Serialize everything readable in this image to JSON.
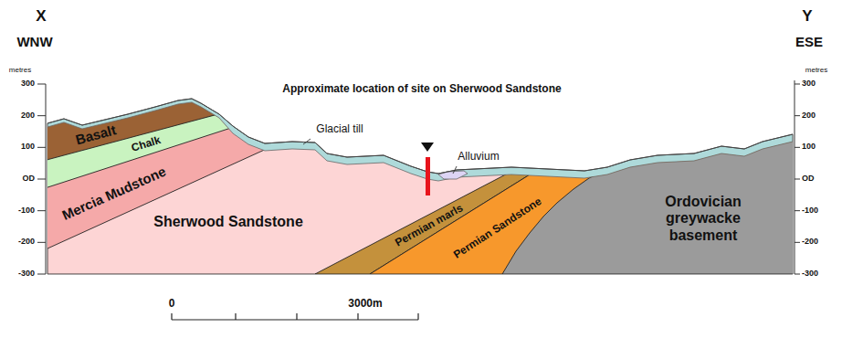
{
  "diagram": {
    "labels": [
      "X",
      "WNW",
      "metres",
      "300",
      "200",
      "100",
      "OD",
      "-100",
      "-200",
      "-300",
      "Y",
      "ESE",
      "metres",
      "300",
      "200",
      "100",
      "OD",
      "-100",
      "-200",
      "-300",
      "Approximate location of site on Sherwood Sandstone",
      "Glacial till",
      "Alluvium",
      "Basalt",
      "Chalk",
      "Mercia Mudstone",
      "Sherwood Sandstone",
      "Permian marls",
      "Permian Sandstone",
      "Ordovician greywacke basement",
      "0",
      "3000m"
    ]
  }
}
